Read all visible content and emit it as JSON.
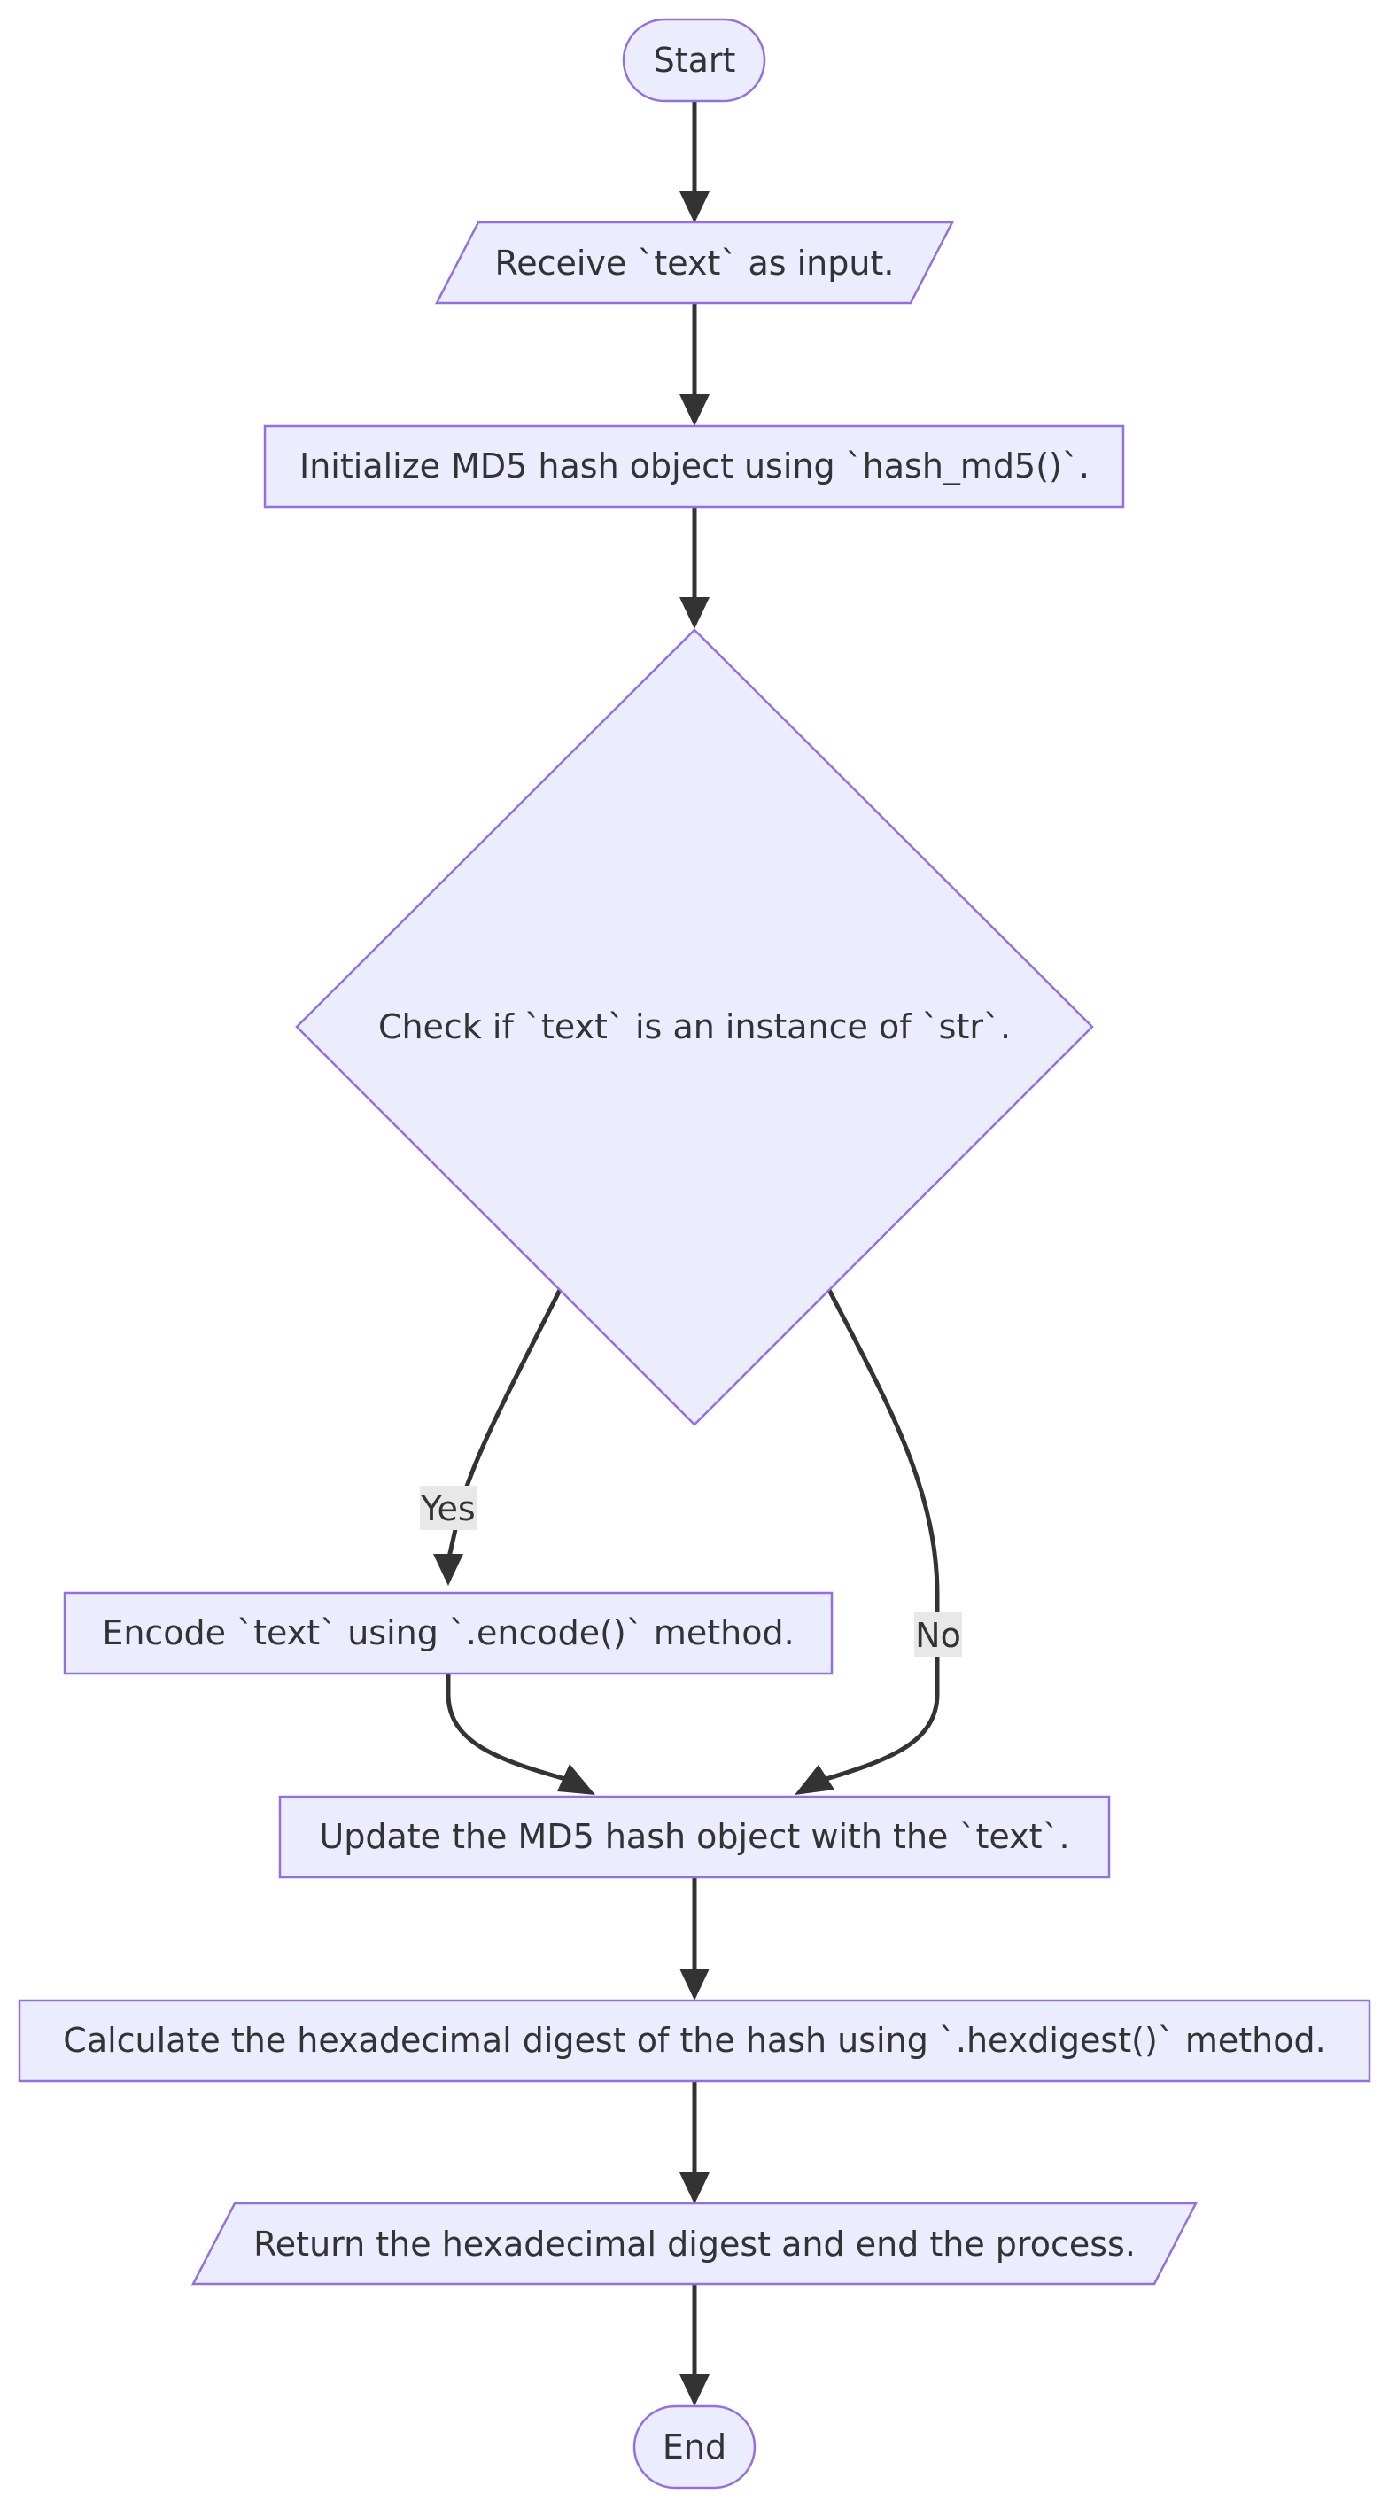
{
  "nodes": {
    "start": "Start",
    "receive_input": "Receive `text` as input.",
    "init_hash": "Initialize MD5 hash object using `hash_md5()`.",
    "check_str": "Check if `text` is an instance of `str`.",
    "encode_text": "Encode `text` using `.encode()` method.",
    "update_hash": "Update the MD5 hash object with the `text`.",
    "calc_digest": "Calculate the hexadecimal digest of the hash using `.hexdigest()` method.",
    "return_digest": "Return the hexadecimal digest and end the process.",
    "end": "End"
  },
  "edge_labels": {
    "yes": "Yes",
    "no": "No"
  },
  "colors": {
    "node_fill": "#ececff",
    "node_stroke": "#9370db",
    "edge": "#333333",
    "label_bg": "#e8e8e8"
  }
}
